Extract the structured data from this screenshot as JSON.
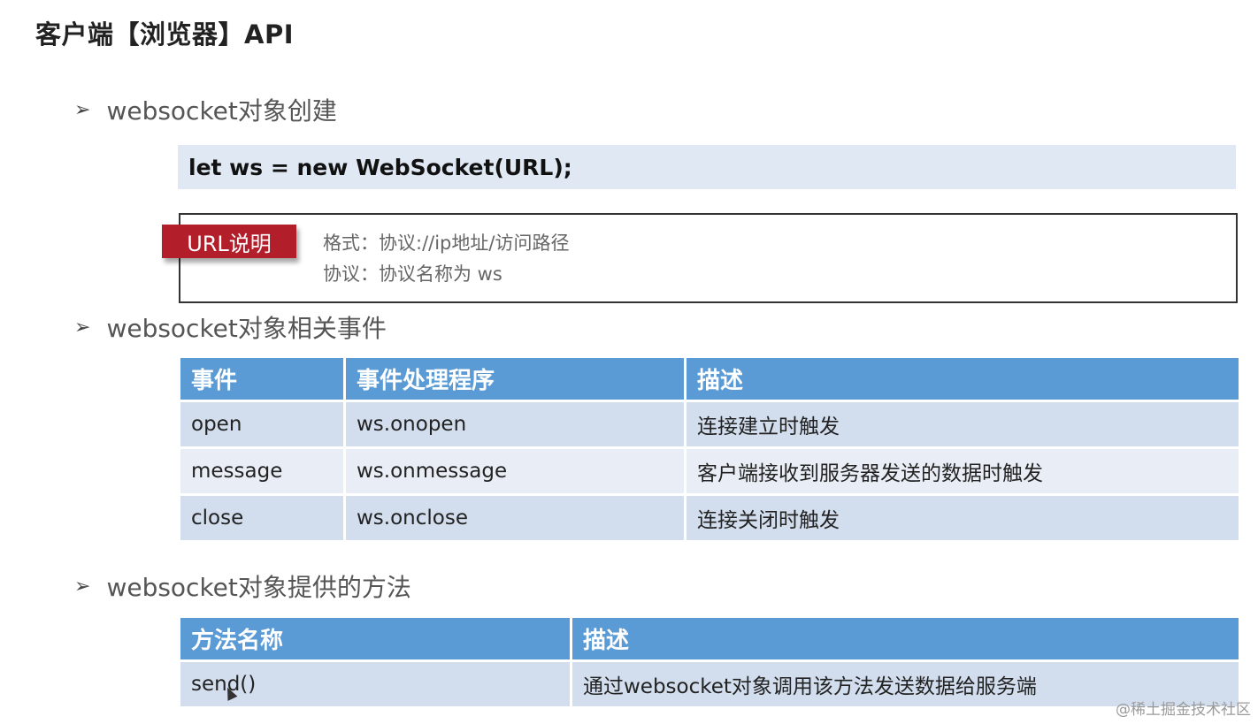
{
  "title": "客户端【浏览器】API",
  "sections": {
    "create": {
      "arrow": "➢",
      "heading": "websocket对象创建"
    },
    "events": {
      "arrow": "➢",
      "heading": "websocket对象相关事件"
    },
    "methods": {
      "arrow": "➢",
      "heading": "websocket对象提供的方法"
    }
  },
  "code": "let  ws  =  new WebSocket(URL);",
  "url_note": {
    "tag": "URL说明",
    "line1": "格式：协议://ip地址/访问路径",
    "line2": "协议：协议名称为 ws"
  },
  "events_table": {
    "headers": [
      "事件",
      "事件处理程序",
      "描述"
    ],
    "rows": [
      [
        "open",
        "ws.onopen",
        "连接建立时触发"
      ],
      [
        "message",
        "ws.onmessage",
        "客户端接收到服务器发送的数据时触发"
      ],
      [
        "close",
        "ws.onclose",
        "连接关闭时触发"
      ]
    ]
  },
  "methods_table": {
    "headers": [
      "方法名称",
      "描述"
    ],
    "rows": [
      [
        "send()",
        "通过websocket对象调用该方法发送数据给服务端"
      ]
    ]
  },
  "watermark": "@稀土掘金技术社区",
  "colors": {
    "header_blue": "#5b9bd5",
    "row_dark": "#d2dded",
    "row_light": "#e9eef6",
    "tag_red": "#b21e2a",
    "code_bg": "#dfe8f3"
  }
}
